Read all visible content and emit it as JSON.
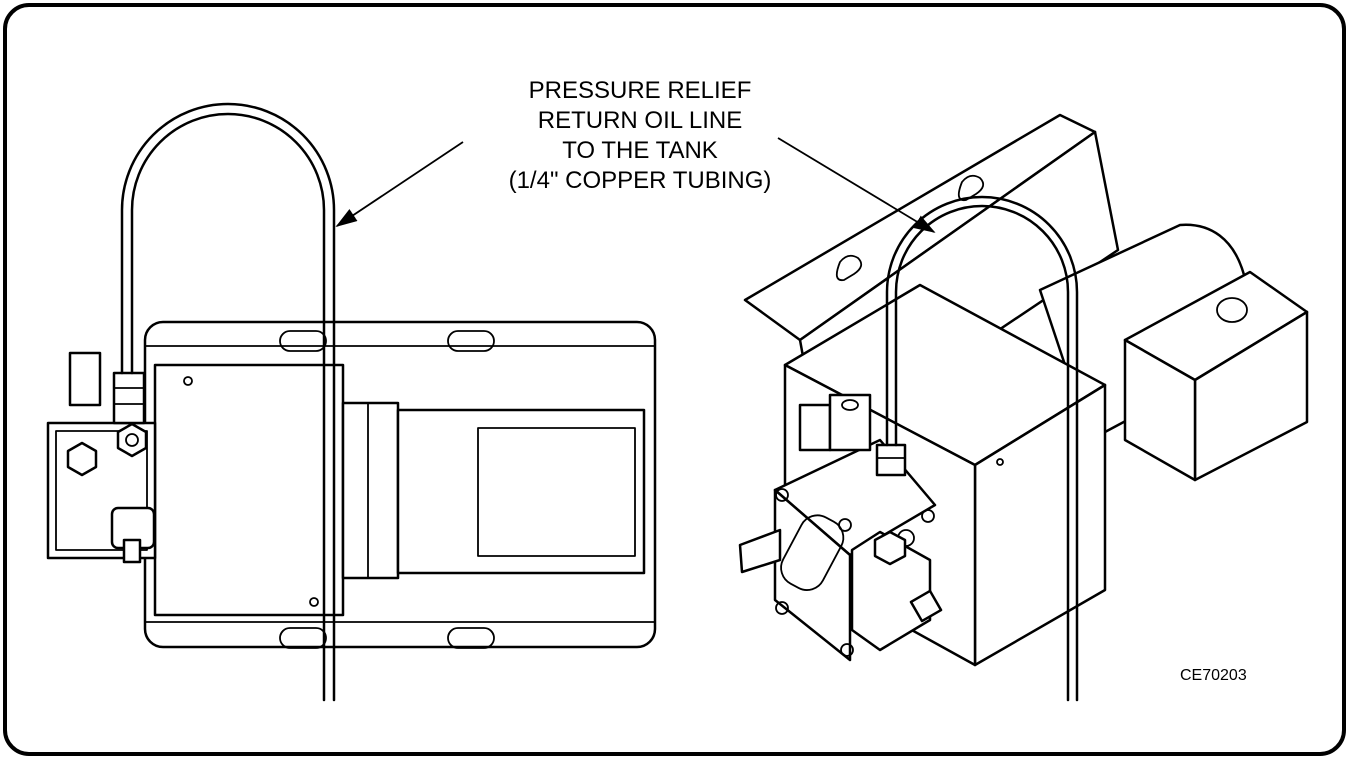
{
  "callout": {
    "line1": "PRESSURE RELIEF",
    "line2": "RETURN OIL LINE",
    "line3": "TO THE TANK",
    "line4": "(1/4\" COPPER TUBING)"
  },
  "figure_id": "CE70203"
}
